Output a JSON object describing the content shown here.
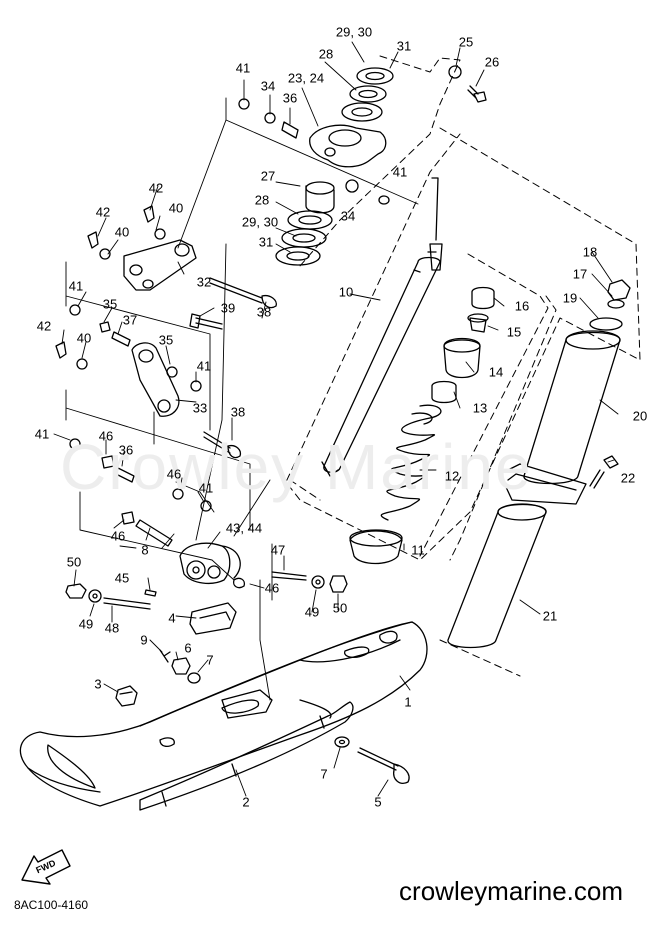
{
  "diagram_code": "8AC100-4160",
  "watermark": "crowleymarine.com",
  "background_watermark": "Crowley Marine",
  "fwd_arrow": {
    "label": "FWD",
    "icon": "fwd-arrow-icon"
  },
  "part_labels": [
    {
      "id": "l1",
      "text": "1"
    },
    {
      "id": "l2",
      "text": "2"
    },
    {
      "id": "l3",
      "text": "3"
    },
    {
      "id": "l4",
      "text": "4"
    },
    {
      "id": "l5",
      "text": "5"
    },
    {
      "id": "l6",
      "text": "6"
    },
    {
      "id": "l7a",
      "text": "7"
    },
    {
      "id": "l7b",
      "text": "7"
    },
    {
      "id": "l8",
      "text": "8"
    },
    {
      "id": "l9",
      "text": "9"
    },
    {
      "id": "l10",
      "text": "10"
    },
    {
      "id": "l11",
      "text": "11"
    },
    {
      "id": "l12",
      "text": "12"
    },
    {
      "id": "l13",
      "text": "13"
    },
    {
      "id": "l14",
      "text": "14"
    },
    {
      "id": "l15",
      "text": "15"
    },
    {
      "id": "l16",
      "text": "16"
    },
    {
      "id": "l17",
      "text": "17"
    },
    {
      "id": "l18",
      "text": "18"
    },
    {
      "id": "l19",
      "text": "19"
    },
    {
      "id": "l20",
      "text": "20"
    },
    {
      "id": "l21",
      "text": "21"
    },
    {
      "id": "l22",
      "text": "22"
    },
    {
      "id": "l2324",
      "text": "23, 24"
    },
    {
      "id": "l25",
      "text": "25"
    },
    {
      "id": "l26",
      "text": "26"
    },
    {
      "id": "l27",
      "text": "27"
    },
    {
      "id": "l28a",
      "text": "28"
    },
    {
      "id": "l28b",
      "text": "28"
    },
    {
      "id": "l2930a",
      "text": "29, 30"
    },
    {
      "id": "l2930b",
      "text": "29, 30"
    },
    {
      "id": "l31a",
      "text": "31"
    },
    {
      "id": "l31b",
      "text": "31"
    },
    {
      "id": "l32",
      "text": "32"
    },
    {
      "id": "l33",
      "text": "33"
    },
    {
      "id": "l34a",
      "text": "34"
    },
    {
      "id": "l34b",
      "text": "34"
    },
    {
      "id": "l35a",
      "text": "35"
    },
    {
      "id": "l35b",
      "text": "35"
    },
    {
      "id": "l36a",
      "text": "36"
    },
    {
      "id": "l36b",
      "text": "36"
    },
    {
      "id": "l37",
      "text": "37"
    },
    {
      "id": "l38a",
      "text": "38"
    },
    {
      "id": "l38b",
      "text": "38"
    },
    {
      "id": "l39",
      "text": "39"
    },
    {
      "id": "l40a",
      "text": "40"
    },
    {
      "id": "l40b",
      "text": "40"
    },
    {
      "id": "l40c",
      "text": "40"
    },
    {
      "id": "l41a",
      "text": "41"
    },
    {
      "id": "l41b",
      "text": "41"
    },
    {
      "id": "l41c",
      "text": "41"
    },
    {
      "id": "l41d",
      "text": "41"
    },
    {
      "id": "l41e",
      "text": "41"
    },
    {
      "id": "l41f",
      "text": "41"
    },
    {
      "id": "l42a",
      "text": "42"
    },
    {
      "id": "l42b",
      "text": "42"
    },
    {
      "id": "l42c",
      "text": "42"
    },
    {
      "id": "l4344",
      "text": "43, 44"
    },
    {
      "id": "l45",
      "text": "45"
    },
    {
      "id": "l46a",
      "text": "46"
    },
    {
      "id": "l46b",
      "text": "46"
    },
    {
      "id": "l46c",
      "text": "46"
    },
    {
      "id": "l46d",
      "text": "46"
    },
    {
      "id": "l47",
      "text": "47"
    },
    {
      "id": "l48",
      "text": "48"
    },
    {
      "id": "l49a",
      "text": "49"
    },
    {
      "id": "l49b",
      "text": "49"
    },
    {
      "id": "l50a",
      "text": "50"
    },
    {
      "id": "l50b",
      "text": "50"
    }
  ]
}
